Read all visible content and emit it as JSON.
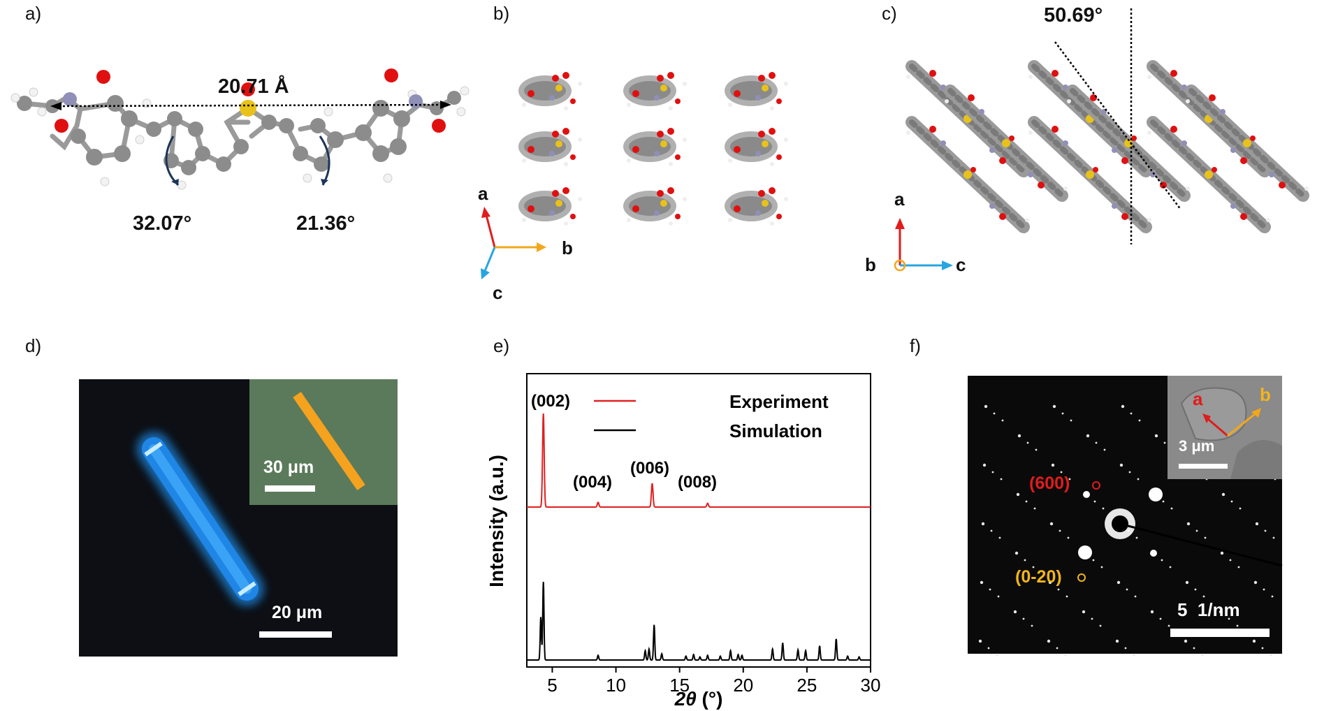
{
  "panels": {
    "a": {
      "label": "a)",
      "distance": "20.71 Å",
      "angle_left": "32.07°",
      "angle_right": "21.36°"
    },
    "b": {
      "label": "b)",
      "axis_a": "a",
      "axis_b": "b",
      "axis_c": "c"
    },
    "c": {
      "label": "c)",
      "angle": "50.69°",
      "axis_a": "a",
      "axis_b": "b",
      "axis_c": "c"
    },
    "d": {
      "label": "d)",
      "inset_scale": "30 μm",
      "main_scale": "20 μm"
    },
    "e": {
      "label": "e)",
      "legend": [
        "Experiment",
        "Simulation"
      ],
      "peak_labels": [
        "(002)",
        "(004)",
        "(006)",
        "(008)"
      ],
      "ylabel": "Intensity (a.u.)",
      "xlabel_var": "2θ",
      "xlabel_unit": " (°)",
      "xticks": [
        "5",
        "10",
        "15",
        "20",
        "25",
        "30"
      ]
    },
    "f": {
      "label": "f)",
      "spot_1": "(600)",
      "spot_2": "(0-20)",
      "inset_axis_a": "a",
      "inset_axis_b": "b",
      "inset_scale": "3 μm",
      "main_scale": "5  1/nm"
    }
  },
  "colors": {
    "experiment": "#e02020",
    "simulation": "#000000",
    "axis_a": "#e01c1c",
    "axis_b": "#f2a71b",
    "axis_c": "#27a6e0",
    "label_red": "#e01c1c",
    "label_gold": "#f2b51b"
  },
  "chart_data": {
    "type": "line",
    "xlabel": "2θ (°)",
    "ylabel": "Intensity (a.u.)",
    "xlim": [
      3,
      30
    ],
    "series": [
      {
        "name": "Experiment",
        "peaks": [
          [
            4.3,
            100
          ],
          [
            8.6,
            5
          ],
          [
            12.85,
            25
          ],
          [
            17.2,
            4
          ]
        ]
      },
      {
        "name": "Simulation",
        "peaks": [
          [
            4.1,
            55
          ],
          [
            4.3,
            100
          ],
          [
            8.6,
            6
          ],
          [
            12.3,
            12
          ],
          [
            12.6,
            14
          ],
          [
            13.0,
            45
          ],
          [
            13.6,
            8
          ],
          [
            15.5,
            5
          ],
          [
            16.1,
            7
          ],
          [
            16.6,
            4
          ],
          [
            17.2,
            6
          ],
          [
            18.2,
            5
          ],
          [
            19.0,
            12
          ],
          [
            19.6,
            7
          ],
          [
            19.9,
            6
          ],
          [
            22.3,
            14
          ],
          [
            23.1,
            22
          ],
          [
            24.3,
            13
          ],
          [
            24.9,
            12
          ],
          [
            26.0,
            18
          ],
          [
            27.3,
            27
          ],
          [
            28.2,
            5
          ],
          [
            29.1,
            4
          ]
        ]
      }
    ]
  }
}
